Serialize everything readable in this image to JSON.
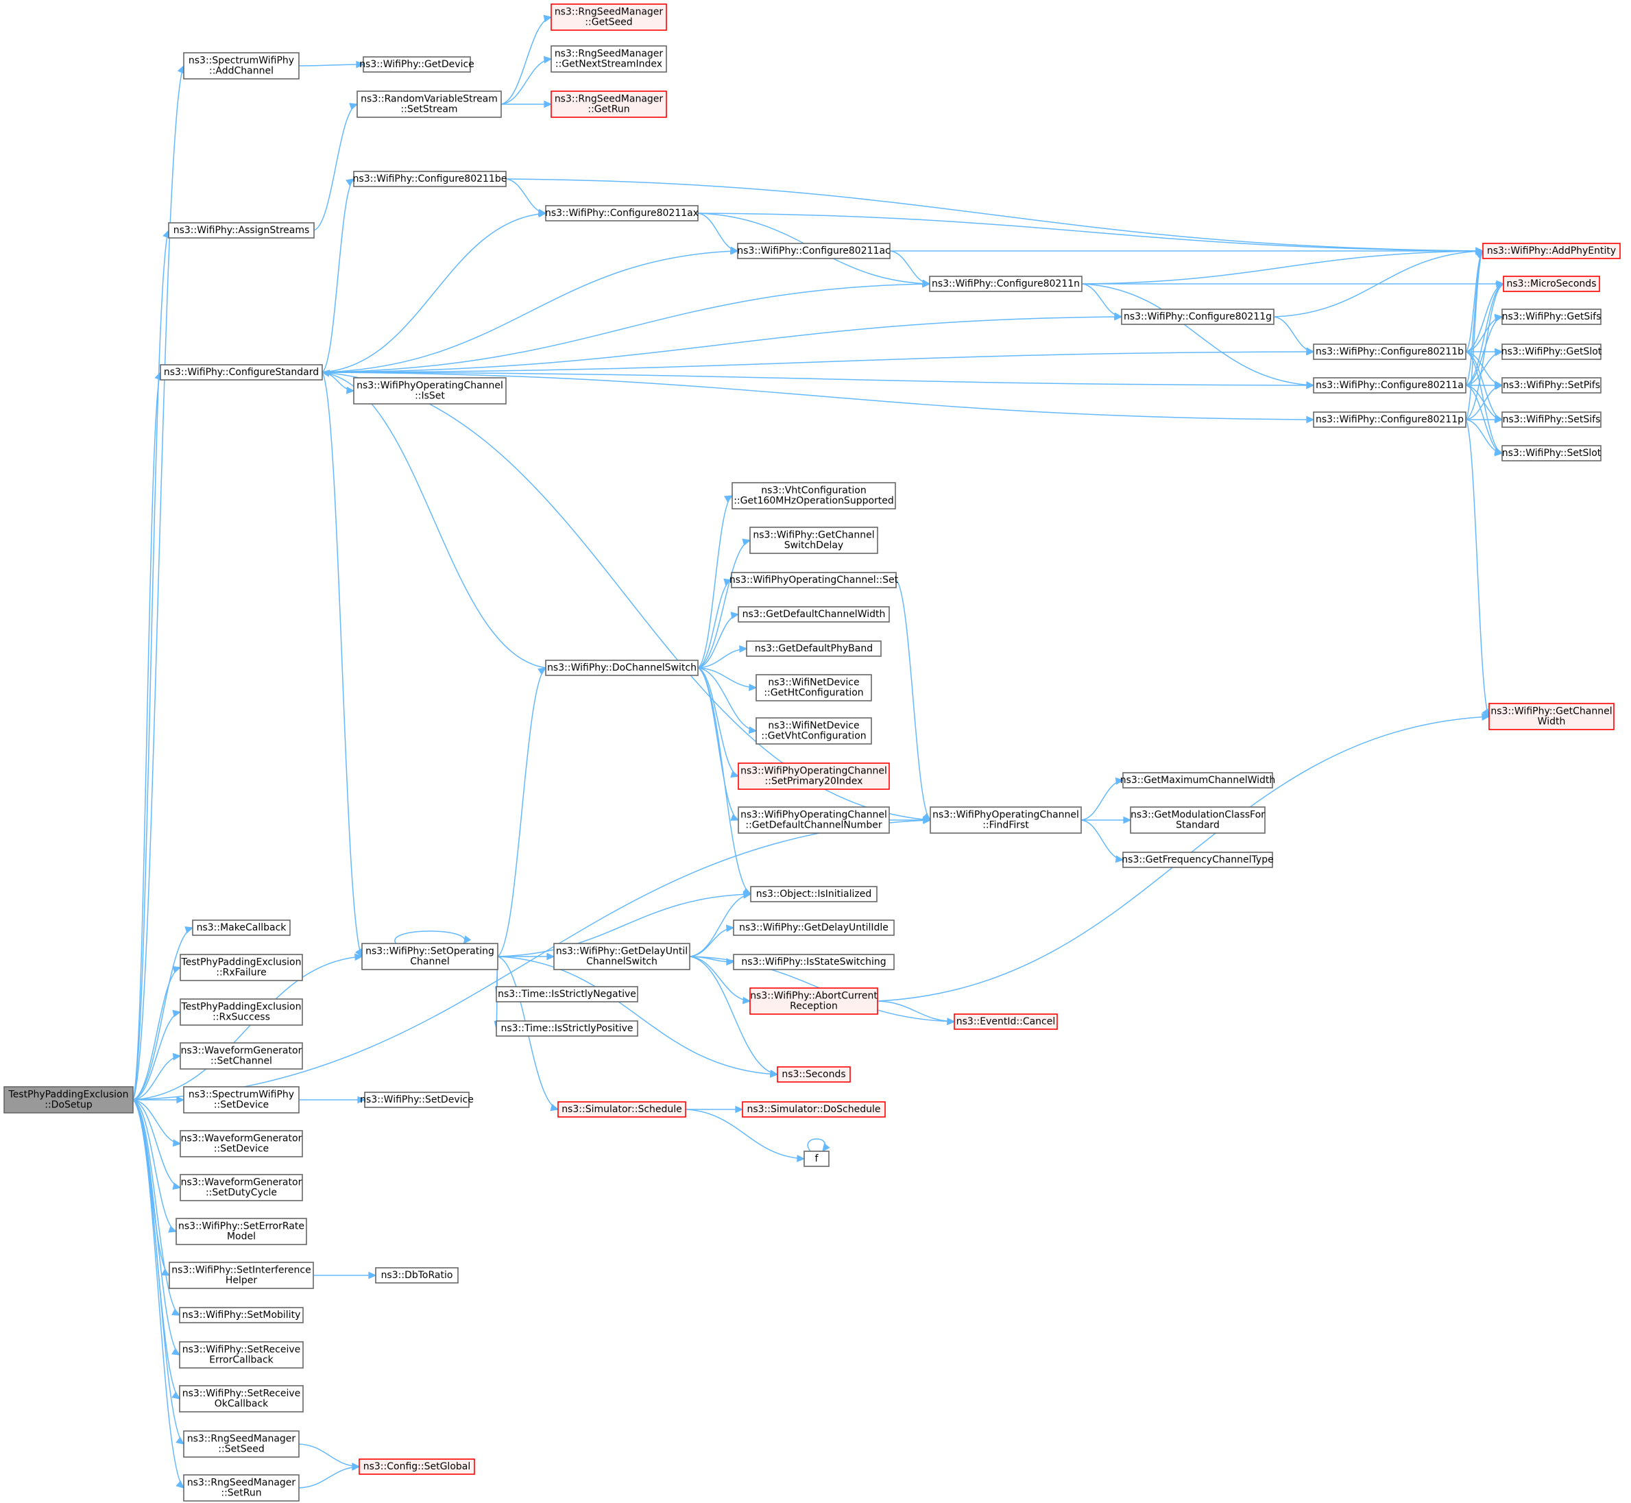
{
  "colors": {
    "edge": "#63b8ff",
    "border_normal": "#666666",
    "fill_normal": "#ffffff",
    "border_red": "#ff0000",
    "fill_red": "#fff0f0",
    "border_root": "#666666",
    "fill_root": "#999999"
  },
  "nodes": [
    {
      "id": "dosetup",
      "lines": [
        "TestPhyPaddingExclusion",
        "::DoSetup"
      ],
      "style": "root"
    },
    {
      "id": "addchannel",
      "lines": [
        "ns3::SpectrumWifiPhy",
        "::AddChannel"
      ],
      "style": "normal"
    },
    {
      "id": "getdevice",
      "lines": [
        "ns3::WifiPhy::GetDevice"
      ],
      "style": "normal"
    },
    {
      "id": "getseed",
      "lines": [
        "ns3::RngSeedManager",
        "::GetSeed"
      ],
      "style": "red"
    },
    {
      "id": "getnextstream",
      "lines": [
        "ns3::RngSeedManager",
        "::GetNextStreamIndex"
      ],
      "style": "normal"
    },
    {
      "id": "setstream",
      "lines": [
        "ns3::RandomVariableStream",
        "::SetStream"
      ],
      "style": "normal"
    },
    {
      "id": "getrun",
      "lines": [
        "ns3::RngSeedManager",
        "::GetRun"
      ],
      "style": "red"
    },
    {
      "id": "assignstreams",
      "lines": [
        "ns3::WifiPhy::AssignStreams"
      ],
      "style": "normal"
    },
    {
      "id": "c80211be",
      "lines": [
        "ns3::WifiPhy::Configure80211be"
      ],
      "style": "normal"
    },
    {
      "id": "c80211ax",
      "lines": [
        "ns3::WifiPhy::Configure80211ax"
      ],
      "style": "normal"
    },
    {
      "id": "c80211ac",
      "lines": [
        "ns3::WifiPhy::Configure80211ac"
      ],
      "style": "normal"
    },
    {
      "id": "c80211n",
      "lines": [
        "ns3::WifiPhy::Configure80211n"
      ],
      "style": "normal"
    },
    {
      "id": "c80211g",
      "lines": [
        "ns3::WifiPhy::Configure80211g"
      ],
      "style": "normal"
    },
    {
      "id": "c80211b",
      "lines": [
        "ns3::WifiPhy::Configure80211b"
      ],
      "style": "normal"
    },
    {
      "id": "c80211a",
      "lines": [
        "ns3::WifiPhy::Configure80211a"
      ],
      "style": "normal"
    },
    {
      "id": "c80211p",
      "lines": [
        "ns3::WifiPhy::Configure80211p"
      ],
      "style": "normal"
    },
    {
      "id": "addphyentity",
      "lines": [
        "ns3::WifiPhy::AddPhyEntity"
      ],
      "style": "red"
    },
    {
      "id": "microseconds",
      "lines": [
        "ns3::MicroSeconds"
      ],
      "style": "red"
    },
    {
      "id": "getsifs",
      "lines": [
        "ns3::WifiPhy::GetSifs"
      ],
      "style": "normal"
    },
    {
      "id": "getslot",
      "lines": [
        "ns3::WifiPhy::GetSlot"
      ],
      "style": "normal"
    },
    {
      "id": "setpifs",
      "lines": [
        "ns3::WifiPhy::SetPifs"
      ],
      "style": "normal"
    },
    {
      "id": "setsifs",
      "lines": [
        "ns3::WifiPhy::SetSifs"
      ],
      "style": "normal"
    },
    {
      "id": "setslot",
      "lines": [
        "ns3::WifiPhy::SetSlot"
      ],
      "style": "normal"
    },
    {
      "id": "configurestandard",
      "lines": [
        "ns3::WifiPhy::ConfigureStandard"
      ],
      "style": "normal"
    },
    {
      "id": "isset",
      "lines": [
        "ns3::WifiPhyOperatingChannel",
        "::IsSet"
      ],
      "style": "normal"
    },
    {
      "id": "get160",
      "lines": [
        "ns3::VhtConfiguration",
        "::Get160MHzOperationSupported"
      ],
      "style": "normal"
    },
    {
      "id": "getchswdelay",
      "lines": [
        "ns3::WifiPhy::GetChannel",
        "SwitchDelay"
      ],
      "style": "normal"
    },
    {
      "id": "opchset",
      "lines": [
        "ns3::WifiPhyOperatingChannel::Set"
      ],
      "style": "normal"
    },
    {
      "id": "getdefcw",
      "lines": [
        "ns3::GetDefaultChannelWidth"
      ],
      "style": "normal"
    },
    {
      "id": "getdefband",
      "lines": [
        "ns3::GetDefaultPhyBand"
      ],
      "style": "normal"
    },
    {
      "id": "dochannelswitch",
      "lines": [
        "ns3::WifiPhy::DoChannelSwitch"
      ],
      "style": "normal"
    },
    {
      "id": "getht",
      "lines": [
        "ns3::WifiNetDevice",
        "::GetHtConfiguration"
      ],
      "style": "normal"
    },
    {
      "id": "getvht",
      "lines": [
        "ns3::WifiNetDevice",
        "::GetVhtConfiguration"
      ],
      "style": "normal"
    },
    {
      "id": "setprimary20",
      "lines": [
        "ns3::WifiPhyOperatingChannel",
        "::SetPrimary20Index"
      ],
      "style": "red"
    },
    {
      "id": "getdefchnum",
      "lines": [
        "ns3::WifiPhyOperatingChannel",
        "::GetDefaultChannelNumber"
      ],
      "style": "normal"
    },
    {
      "id": "findfirst",
      "lines": [
        "ns3::WifiPhyOperatingChannel",
        "::FindFirst"
      ],
      "style": "normal"
    },
    {
      "id": "getmaxcw",
      "lines": [
        "ns3::GetMaximumChannelWidth"
      ],
      "style": "normal"
    },
    {
      "id": "getmodclass",
      "lines": [
        "ns3::GetModulationClassFor",
        "Standard"
      ],
      "style": "normal"
    },
    {
      "id": "getfreqtype",
      "lines": [
        "ns3::GetFrequencyChannelType"
      ],
      "style": "normal"
    },
    {
      "id": "getchwidth",
      "lines": [
        "ns3::WifiPhy::GetChannel",
        "Width"
      ],
      "style": "red"
    },
    {
      "id": "makecallback",
      "lines": [
        "ns3::MakeCallback"
      ],
      "style": "normal"
    },
    {
      "id": "isinitialized",
      "lines": [
        "ns3::Object::IsInitialized"
      ],
      "style": "normal"
    },
    {
      "id": "setopchannel",
      "lines": [
        "ns3::WifiPhy::SetOperating",
        "Channel"
      ],
      "style": "normal"
    },
    {
      "id": "getdelayuntilidle",
      "lines": [
        "ns3::WifiPhy::GetDelayUntilIdle"
      ],
      "style": "normal"
    },
    {
      "id": "getdelaychsw",
      "lines": [
        "ns3::WifiPhy::GetDelayUntil",
        "ChannelSwitch"
      ],
      "style": "normal"
    },
    {
      "id": "isstateswitching",
      "lines": [
        "ns3::WifiPhy::IsStateSwitching"
      ],
      "style": "normal"
    },
    {
      "id": "rxfailure",
      "lines": [
        "TestPhyPaddingExclusion",
        "::RxFailure"
      ],
      "style": "normal"
    },
    {
      "id": "isstrictlyneg",
      "lines": [
        "ns3::Time::IsStrictlyNegative"
      ],
      "style": "normal"
    },
    {
      "id": "abortcurrent",
      "lines": [
        "ns3::WifiPhy::AbortCurrent",
        "Reception"
      ],
      "style": "red"
    },
    {
      "id": "rxsuccess",
      "lines": [
        "TestPhyPaddingExclusion",
        "::RxSuccess"
      ],
      "style": "normal"
    },
    {
      "id": "eventcancel",
      "lines": [
        "ns3::EventId::Cancel"
      ],
      "style": "red"
    },
    {
      "id": "isstrictlypos",
      "lines": [
        "ns3::Time::IsStrictlyPositive"
      ],
      "style": "normal"
    },
    {
      "id": "wgsetchannel",
      "lines": [
        "ns3::WaveformGenerator",
        "::SetChannel"
      ],
      "style": "normal"
    },
    {
      "id": "seconds",
      "lines": [
        "ns3::Seconds"
      ],
      "style": "red"
    },
    {
      "id": "swpsetdevice",
      "lines": [
        "ns3::SpectrumWifiPhy",
        "::SetDevice"
      ],
      "style": "normal"
    },
    {
      "id": "wpsetdevice",
      "lines": [
        "ns3::WifiPhy::SetDevice"
      ],
      "style": "normal"
    },
    {
      "id": "schedule",
      "lines": [
        "ns3::Simulator::Schedule"
      ],
      "style": "red"
    },
    {
      "id": "doschedule",
      "lines": [
        "ns3::Simulator::DoSchedule"
      ],
      "style": "red"
    },
    {
      "id": "wgsetdevice",
      "lines": [
        "ns3::WaveformGenerator",
        "::SetDevice"
      ],
      "style": "normal"
    },
    {
      "id": "f",
      "lines": [
        "f"
      ],
      "style": "normal"
    },
    {
      "id": "wgsetduty",
      "lines": [
        "ns3::WaveformGenerator",
        "::SetDutyCycle"
      ],
      "style": "normal"
    },
    {
      "id": "seterrormodel",
      "lines": [
        "ns3::WifiPhy::SetErrorRate",
        "Model"
      ],
      "style": "normal"
    },
    {
      "id": "setinterference",
      "lines": [
        "ns3::WifiPhy::SetInterference",
        "Helper"
      ],
      "style": "normal"
    },
    {
      "id": "dbtoratio",
      "lines": [
        "ns3::DbToRatio"
      ],
      "style": "normal"
    },
    {
      "id": "setmobility",
      "lines": [
        "ns3::WifiPhy::SetMobility"
      ],
      "style": "normal"
    },
    {
      "id": "setrxerrcb",
      "lines": [
        "ns3::WifiPhy::SetReceive",
        "ErrorCallback"
      ],
      "style": "normal"
    },
    {
      "id": "setrxokcb",
      "lines": [
        "ns3::WifiPhy::SetReceive",
        "OkCallback"
      ],
      "style": "normal"
    },
    {
      "id": "rngsetseed",
      "lines": [
        "ns3::RngSeedManager",
        "::SetSeed"
      ],
      "style": "normal"
    },
    {
      "id": "setglobal",
      "lines": [
        "ns3::Config::SetGlobal"
      ],
      "style": "red"
    },
    {
      "id": "rngsetrun",
      "lines": [
        "ns3::RngSeedManager",
        "::SetRun"
      ],
      "style": "normal"
    }
  ],
  "edges": [
    [
      "dosetup",
      "addchannel"
    ],
    [
      "addchannel",
      "getdevice"
    ],
    [
      "setstream",
      "getseed"
    ],
    [
      "setstream",
      "getnextstream"
    ],
    [
      "setstream",
      "getrun"
    ],
    [
      "dosetup",
      "assignstreams"
    ],
    [
      "assignstreams",
      "setstream"
    ],
    [
      "dosetup",
      "configurestandard"
    ],
    [
      "configurestandard",
      "c80211be"
    ],
    [
      "configurestandard",
      "c80211ax"
    ],
    [
      "configurestandard",
      "c80211ac"
    ],
    [
      "configurestandard",
      "c80211n"
    ],
    [
      "configurestandard",
      "c80211g"
    ],
    [
      "configurestandard",
      "c80211b"
    ],
    [
      "configurestandard",
      "isset"
    ],
    [
      "configurestandard",
      "c80211a"
    ],
    [
      "configurestandard",
      "c80211p"
    ],
    [
      "configurestandard",
      "findfirst"
    ],
    [
      "configurestandard",
      "setopchannel"
    ],
    [
      "c80211be",
      "addphyentity"
    ],
    [
      "c80211be",
      "c80211ax"
    ],
    [
      "c80211ax",
      "addphyentity"
    ],
    [
      "c80211ax",
      "c80211ac"
    ],
    [
      "c80211ax",
      "c80211n"
    ],
    [
      "c80211ac",
      "addphyentity"
    ],
    [
      "c80211ac",
      "c80211n"
    ],
    [
      "c80211n",
      "addphyentity"
    ],
    [
      "c80211n",
      "microseconds"
    ],
    [
      "c80211n",
      "c80211g"
    ],
    [
      "c80211n",
      "c80211a"
    ],
    [
      "c80211g",
      "addphyentity"
    ],
    [
      "c80211g",
      "c80211b"
    ],
    [
      "c80211b",
      "addphyentity"
    ],
    [
      "c80211b",
      "microseconds"
    ],
    [
      "c80211b",
      "getsifs"
    ],
    [
      "c80211b",
      "getslot"
    ],
    [
      "c80211b",
      "setpifs"
    ],
    [
      "c80211b",
      "setsifs"
    ],
    [
      "c80211b",
      "setslot"
    ],
    [
      "c80211a",
      "addphyentity"
    ],
    [
      "c80211a",
      "microseconds"
    ],
    [
      "c80211a",
      "getsifs"
    ],
    [
      "c80211a",
      "getslot"
    ],
    [
      "c80211a",
      "setpifs"
    ],
    [
      "c80211a",
      "setsifs"
    ],
    [
      "c80211a",
      "setslot"
    ],
    [
      "c80211p",
      "addphyentity"
    ],
    [
      "c80211p",
      "microseconds"
    ],
    [
      "c80211p",
      "setpifs"
    ],
    [
      "c80211p",
      "setsifs"
    ],
    [
      "c80211p",
      "setslot"
    ],
    [
      "c80211p",
      "getchwidth"
    ],
    [
      "dosetup",
      "findfirst"
    ],
    [
      "findfirst",
      "getmaxcw"
    ],
    [
      "findfirst",
      "getmodclass"
    ],
    [
      "findfirst",
      "getfreqtype"
    ],
    [
      "dosetup",
      "makecallback"
    ],
    [
      "dosetup",
      "setopchannel"
    ],
    [
      "setopchannel",
      "setopchannel"
    ],
    [
      "setopchannel",
      "dochannelswitch"
    ],
    [
      "setopchannel",
      "isinitialized"
    ],
    [
      "setopchannel",
      "getdelaychsw"
    ],
    [
      "setopchannel",
      "isstrictlyneg"
    ],
    [
      "setopchannel",
      "isstrictlypos"
    ],
    [
      "setopchannel",
      "seconds"
    ],
    [
      "setopchannel",
      "schedule"
    ],
    [
      "dochannelswitch",
      "configurestandard"
    ],
    [
      "dochannelswitch",
      "get160"
    ],
    [
      "dochannelswitch",
      "getchswdelay"
    ],
    [
      "dochannelswitch",
      "opchset"
    ],
    [
      "dochannelswitch",
      "getdefcw"
    ],
    [
      "dochannelswitch",
      "getdefband"
    ],
    [
      "dochannelswitch",
      "getht"
    ],
    [
      "dochannelswitch",
      "getvht"
    ],
    [
      "dochannelswitch",
      "setprimary20"
    ],
    [
      "dochannelswitch",
      "getdefchnum"
    ],
    [
      "dochannelswitch",
      "isinitialized"
    ],
    [
      "opchset",
      "findfirst"
    ],
    [
      "getdefchnum",
      "findfirst"
    ],
    [
      "getdelaychsw",
      "isinitialized"
    ],
    [
      "getdelaychsw",
      "getdelayuntilidle"
    ],
    [
      "getdelaychsw",
      "isstateswitching"
    ],
    [
      "getdelaychsw",
      "abortcurrent"
    ],
    [
      "getdelaychsw",
      "eventcancel"
    ],
    [
      "getdelaychsw",
      "seconds"
    ],
    [
      "abortcurrent",
      "getchwidth"
    ],
    [
      "abortcurrent",
      "eventcancel"
    ],
    [
      "schedule",
      "doschedule"
    ],
    [
      "schedule",
      "f"
    ],
    [
      "f",
      "f"
    ],
    [
      "dosetup",
      "rxfailure"
    ],
    [
      "dosetup",
      "rxsuccess"
    ],
    [
      "dosetup",
      "wgsetchannel"
    ],
    [
      "dosetup",
      "swpsetdevice"
    ],
    [
      "swpsetdevice",
      "wpsetdevice"
    ],
    [
      "dosetup",
      "wgsetdevice"
    ],
    [
      "dosetup",
      "wgsetduty"
    ],
    [
      "dosetup",
      "seterrormodel"
    ],
    [
      "dosetup",
      "setinterference"
    ],
    [
      "setinterference",
      "dbtoratio"
    ],
    [
      "dosetup",
      "setmobility"
    ],
    [
      "dosetup",
      "setrxerrcb"
    ],
    [
      "dosetup",
      "setrxokcb"
    ],
    [
      "dosetup",
      "rngsetseed"
    ],
    [
      "rngsetseed",
      "setglobal"
    ],
    [
      "dosetup",
      "rngsetrun"
    ],
    [
      "rngsetrun",
      "setglobal"
    ]
  ]
}
